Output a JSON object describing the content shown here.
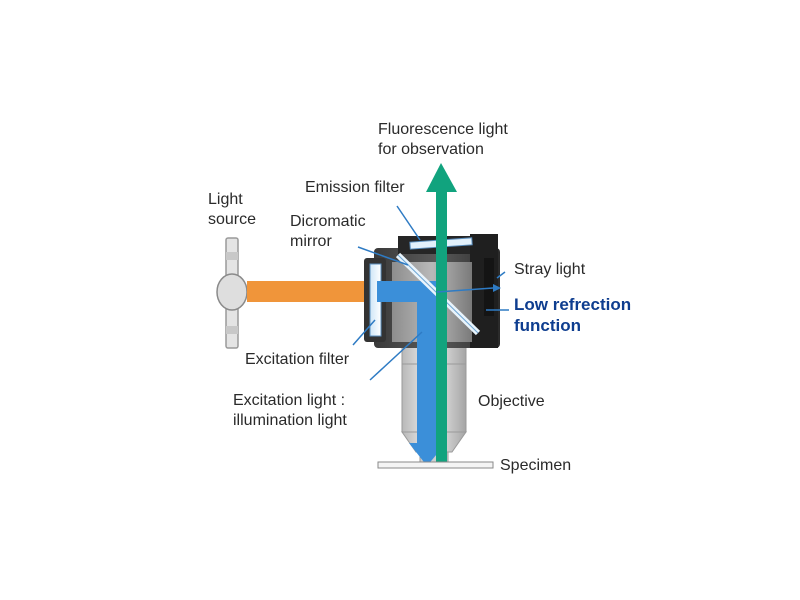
{
  "labels": {
    "fluorescence_light": [
      "Fluorescence light",
      "for observation"
    ],
    "emission_filter": "Emission filter",
    "light_source": [
      "Light",
      "source"
    ],
    "dicromatic_mirror": [
      "Dicromatic",
      "mirror"
    ],
    "stray_light": "Stray light",
    "low_refrection": [
      "Low refrection",
      "function"
    ],
    "excitation_filter": "Excitation filter",
    "excitation_light": [
      "Excitation light :",
      "illumination light"
    ],
    "objective": "Objective",
    "specimen": "Specimen"
  },
  "colors": {
    "excitation_beam": "#3b8fd9",
    "source_beam": "#f0953a",
    "fluorescence_beam": "#11a37e",
    "accent_text": "#0e3d8f",
    "leader_line": "#2e7bc4",
    "housing": "#2c2c2c"
  },
  "icons": [
    "lamp-icon",
    "mirror-icon",
    "filter-icon",
    "objective-lens-icon"
  ]
}
